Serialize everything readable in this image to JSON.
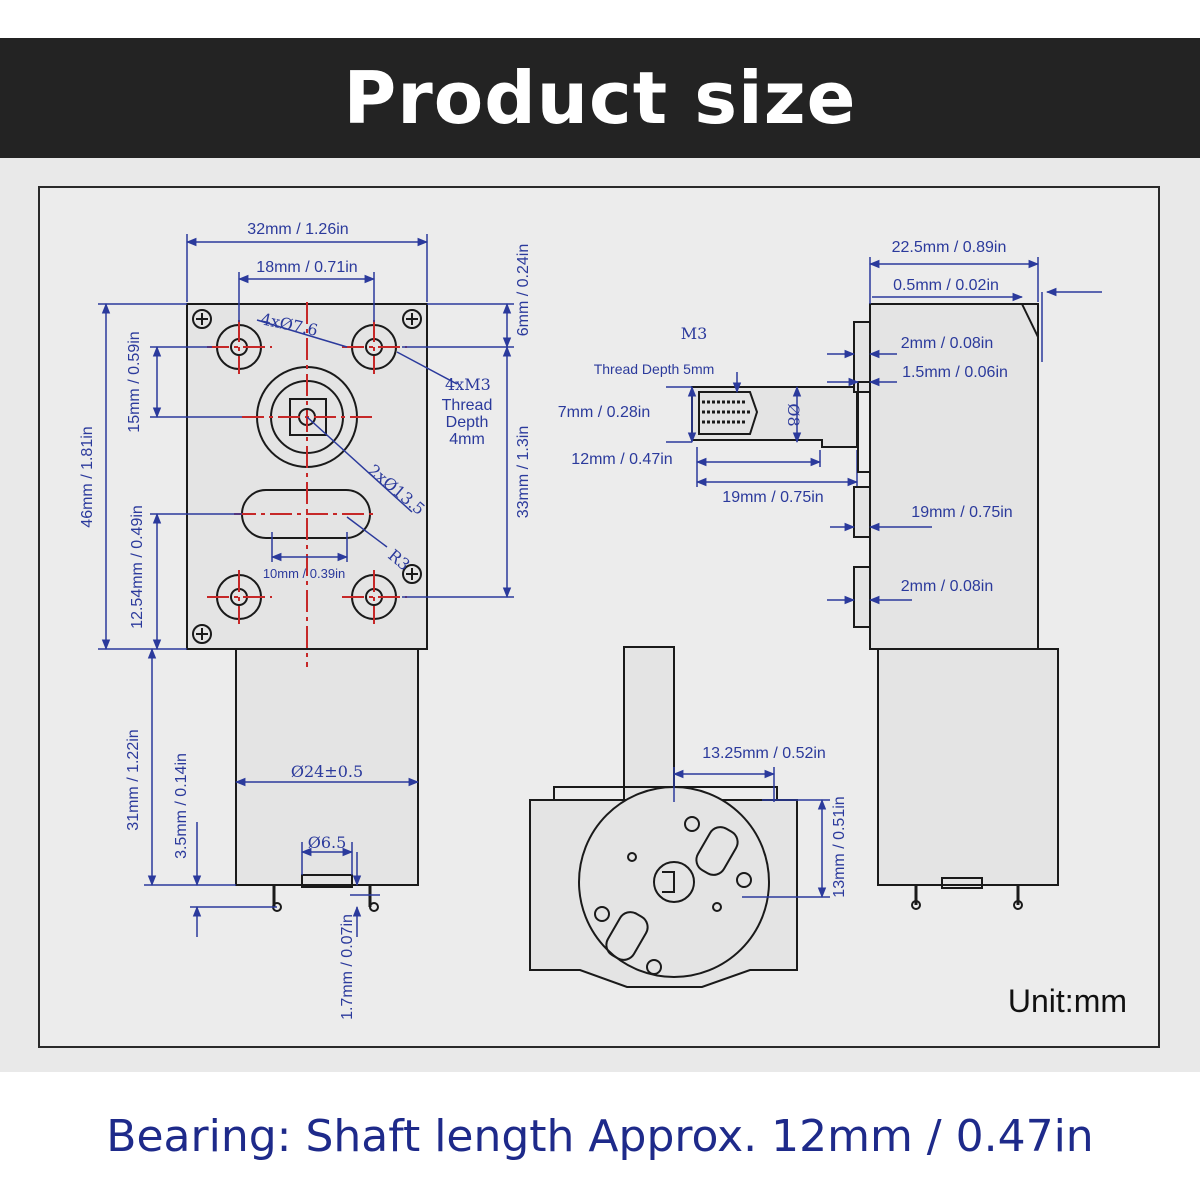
{
  "header": {
    "title": "Product size"
  },
  "footer": {
    "text": "Bearing: Shaft length Approx. 12mm / 0.47in"
  },
  "drawing": {
    "unit_label": "Unit:mm",
    "front_view": {
      "width_32": "32mm / 1.26in",
      "width_18": "18mm / 0.71in",
      "height_46": "46mm / 1.81in",
      "height_15": "15mm / 0.59in",
      "height_12_54": "12.54mm / 0.49in",
      "right_6": "6mm / 0.24in",
      "right_33": "33mm / 1.3in",
      "hole_4x76": "4xØ7.6",
      "m3_label": "4xM3",
      "thread_line1": "Thread",
      "thread_line2": "Depth",
      "thread_line3": "4mm",
      "hole_2x135": "2xØ13.5",
      "r3": "R3",
      "slot_10": "10mm / 0.39in",
      "motor_31": "31mm / 1.22in",
      "motor_3_5": "3.5mm / 0.14in",
      "motor_1_7": "1.7mm / 0.07in",
      "motor_dia": "Ø24±0.5",
      "terminal_dia": "Ø6.5"
    },
    "shaft_view": {
      "m3": "M3",
      "thread_depth": "Thread Depth 5mm",
      "d7": "7mm / 0.28in",
      "d12": "12mm / 0.47in",
      "d19": "19mm / 0.75in",
      "d8": "Ø8"
    },
    "side_view": {
      "d22_5": "22.5mm / 0.89in",
      "d0_5": "0.5mm / 0.02in",
      "d2a": "2mm / 0.08in",
      "d1_5": "1.5mm / 0.06in",
      "d19": "19mm / 0.75in",
      "d2b": "2mm / 0.08in"
    },
    "bottom_view": {
      "d13_25": "13.25mm / 0.52in",
      "d13": "13mm / 0.51in"
    }
  }
}
